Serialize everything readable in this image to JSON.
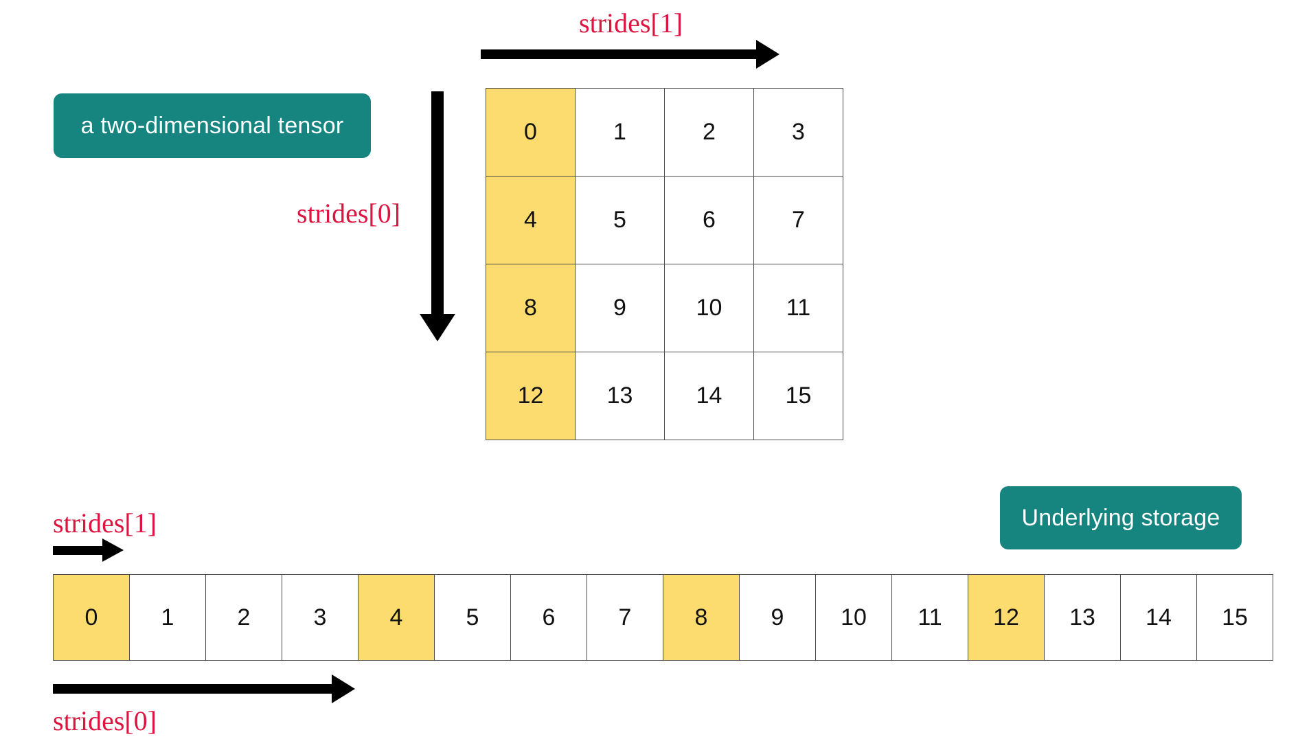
{
  "meta": {
    "title": "Tensor strides and underlying storage diagram",
    "colors": {
      "badge_teal": "#16847F",
      "highlight_yellow": "#FCDC6E",
      "label_red": "#DD1440",
      "arrow_black": "#000000",
      "cell_border": "#4a4a4a",
      "background": "#ffffff"
    }
  },
  "badges": {
    "tensor": "a two-dimensional tensor",
    "storage": "Underlying storage"
  },
  "labels": {
    "strides1_top": "strides[1]",
    "strides0_left": "strides[0]",
    "strides1_bottom": "strides[1]",
    "strides0_bottom": "strides[0]"
  },
  "arrows": {
    "strides1_top": "right-arrow",
    "strides0_vertical": "down-arrow",
    "strides1_bottom": "right-arrow-short",
    "strides0_bottom": "right-arrow-long"
  },
  "matrix": {
    "rows": 4,
    "cols": 4,
    "highlight_column": 0,
    "cells": [
      [
        "0",
        "1",
        "2",
        "3"
      ],
      [
        "4",
        "5",
        "6",
        "7"
      ],
      [
        "8",
        "9",
        "10",
        "11"
      ],
      [
        "12",
        "13",
        "14",
        "15"
      ]
    ]
  },
  "storage": {
    "length": 16,
    "highlighted_indices": [
      0,
      4,
      8,
      12
    ],
    "cells": [
      "0",
      "1",
      "2",
      "3",
      "4",
      "5",
      "6",
      "7",
      "8",
      "9",
      "10",
      "11",
      "12",
      "13",
      "14",
      "15"
    ]
  }
}
